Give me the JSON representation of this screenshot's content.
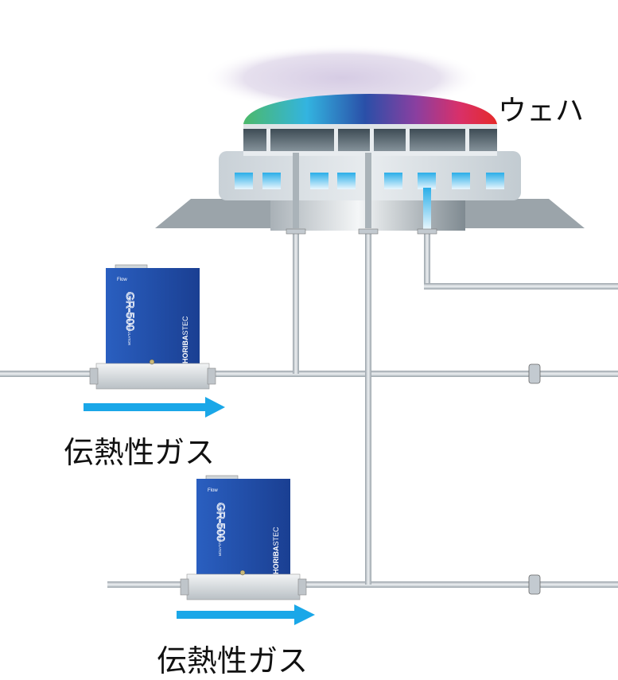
{
  "labels": {
    "wafer": "ウェハ",
    "gas_1": "伝熱性ガス",
    "gas_2": "伝熱性ガス"
  },
  "device": {
    "flow": "Flow",
    "model": "GR-500",
    "subtitle": "AUTO PRESSURE REGULATOR",
    "brand": "HORIBA",
    "brand_suffix": "STEC"
  },
  "colors": {
    "device_blue": "#1f4fa8",
    "arrow_blue": "#1aa7e8",
    "pipe": "#b8bfc6",
    "glow": "#d9d0e6"
  }
}
